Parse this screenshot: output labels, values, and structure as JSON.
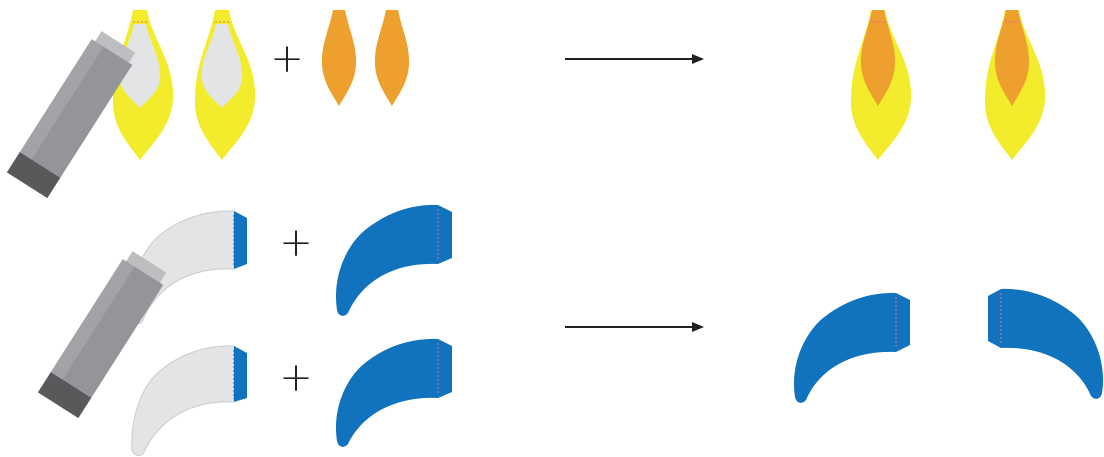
{
  "symbols": {
    "plus": "+"
  },
  "colors": {
    "yellow": "#F3EC2C",
    "orange": "#EEA02F",
    "blue": "#1173BD",
    "glue_gray": "#E3E4E6",
    "tube_dark": "#58595B",
    "tube_mid": "#939598",
    "tube_light": "#BCBEC0",
    "cut_line": "#E36C8C"
  },
  "steps": [
    {
      "name": "flame-assembly",
      "arrow": "right-arrow"
    },
    {
      "name": "crescent-assembly",
      "arrow": "right-arrow"
    }
  ]
}
